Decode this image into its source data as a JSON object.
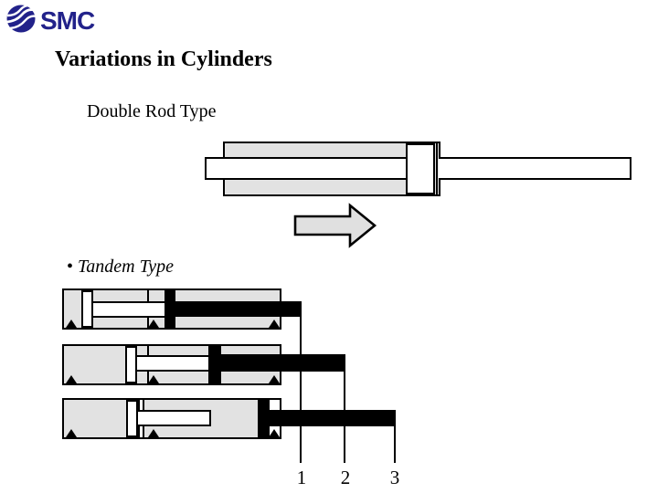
{
  "logo": {
    "text": "SMC",
    "icon": "smc-globe-icon",
    "color": "#22228A"
  },
  "title": "Variations in Cylinders",
  "double_rod": {
    "label": "Double Rod Type"
  },
  "tandem": {
    "bullet": "•",
    "label": "Tandem Type",
    "position_labels": [
      "1",
      "2",
      "3"
    ]
  },
  "colors": {
    "background": "#FFFFFF",
    "outline": "#000000",
    "cylinder_gray": "#E2E2E2",
    "arrow_gray": "#E0E0E0",
    "logo_navy": "#22228A"
  }
}
